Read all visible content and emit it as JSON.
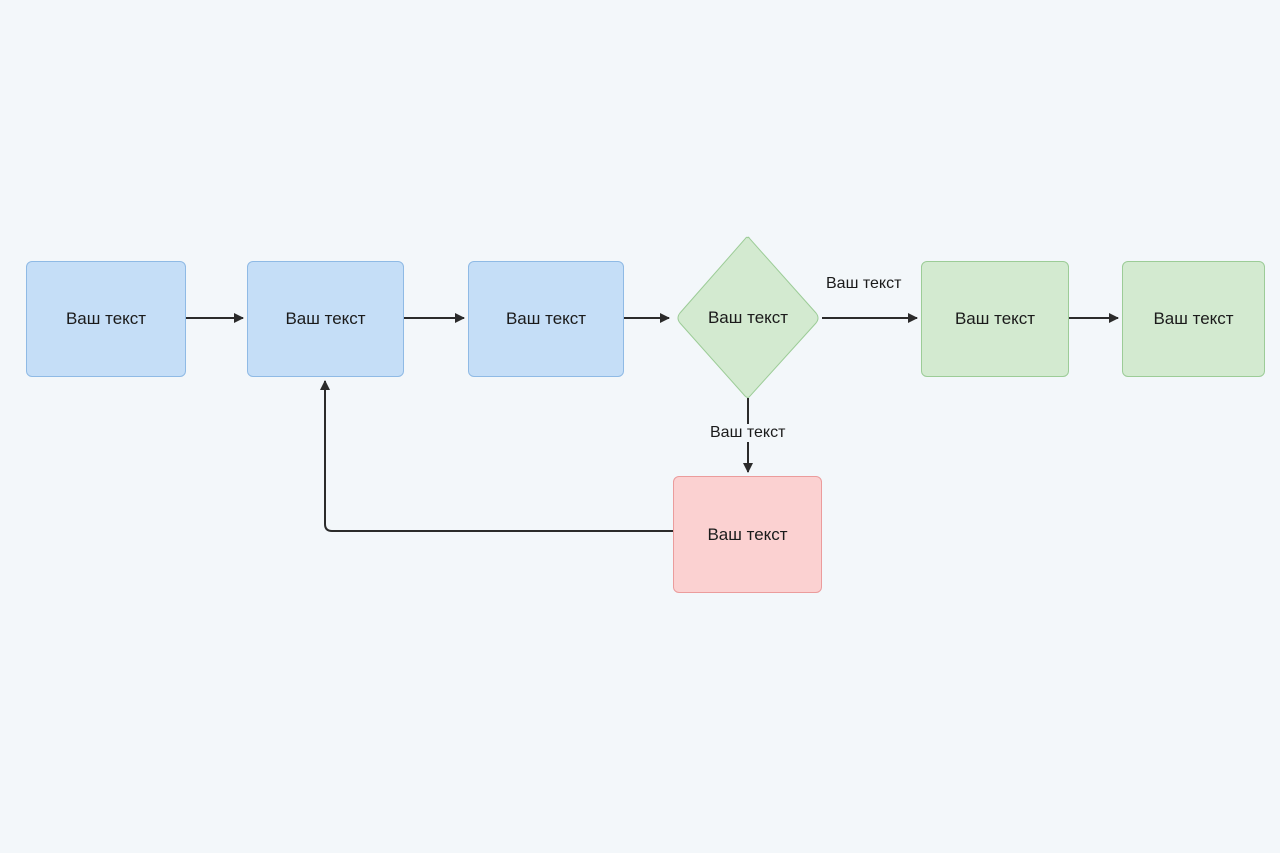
{
  "nodes": {
    "n1": "Ваш текст",
    "n2": "Ваш текст",
    "n3": "Ваш текст",
    "decision": "Ваш текст",
    "n5": "Ваш текст",
    "n6": "Ваш текст",
    "n7": "Ваш текст"
  },
  "edge_labels": {
    "decision_right": "Ваш текст",
    "decision_down": "Ваш текст"
  },
  "colors": {
    "background": "#f3f7fa",
    "blue_fill": "#c5def7",
    "green_fill": "#d3ead0",
    "red_fill": "#fbd1d1",
    "connector": "#2b2b2b"
  }
}
